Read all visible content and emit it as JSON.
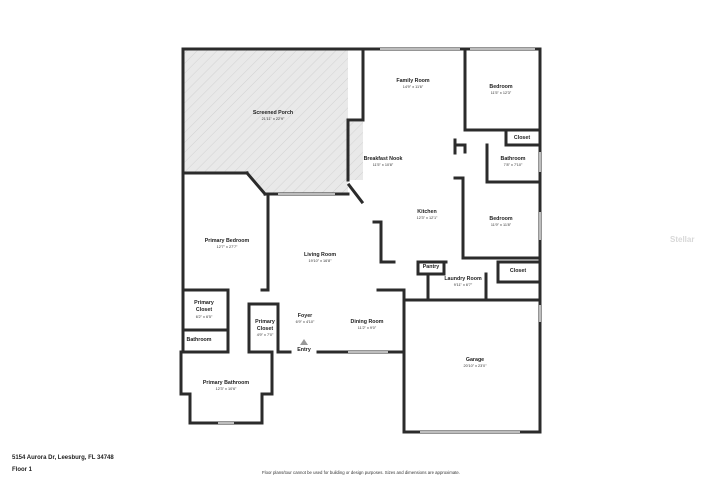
{
  "address": "5154 Aurora Dr, Leesburg, FL 34748",
  "floor": "Floor 1",
  "disclaimer": "Floor plans/tour cannot be used for building or design purposes. Sizes and dimensions are approximate.",
  "watermark": "Stellar",
  "colors": {
    "wall": "#2b2b2b",
    "porch_fill": "#e7e7e7",
    "porch_hatch": "#cfcfcf",
    "window": "#bdbdbd"
  },
  "rooms": {
    "screened_porch": {
      "name": "Screened Porch",
      "dims": "21'11\" x 22'9\""
    },
    "family_room": {
      "name": "Family Room",
      "dims": "14'9\" x 11'6\""
    },
    "bedroom_1": {
      "name": "Bedroom",
      "dims": "11'5\" x 12'3\""
    },
    "closet_1": {
      "name": "Closet"
    },
    "bathroom_1": {
      "name": "Bathroom",
      "dims": "7'8\" x 7'10\""
    },
    "breakfast_nook": {
      "name": "Breakfast Nook",
      "dims": "11'5\" x 10'8\""
    },
    "kitchen": {
      "name": "Kitchen",
      "dims": "12'3\" x 12'1\""
    },
    "bedroom_2": {
      "name": "Bedroom",
      "dims": "11'9\" x 11'8\""
    },
    "primary_bedroom": {
      "name": "Primary Bedroom",
      "dims": "12'7\" x 27'7\""
    },
    "living_room": {
      "name": "Living Room",
      "dims": "19'10\" x 16'8\""
    },
    "pantry": {
      "name": "Pantry"
    },
    "laundry_room": {
      "name": "Laundry Room",
      "dims": "9'11\" x 6'7\""
    },
    "closet_2": {
      "name": "Closet"
    },
    "primary_closet_1": {
      "name": "Primary\nCloset",
      "dims": "6'2\" x 6'5\""
    },
    "primary_closet_2": {
      "name": "Primary\nCloset",
      "dims": "4'9\" x 7'0\""
    },
    "foyer": {
      "name": "Foyer",
      "dims": "6'9\" x 4'10\""
    },
    "dining_room": {
      "name": "Dining Room",
      "dims": "11'2\" x 9'0\""
    },
    "bathroom_2": {
      "name": "Bathroom"
    },
    "entry": {
      "name": "Entry"
    },
    "garage": {
      "name": "Garage",
      "dims": "20'10\" x 23'0\""
    },
    "primary_bathroom": {
      "name": "Primary Bathroom",
      "dims": "12'3\" x 10'6\""
    }
  }
}
